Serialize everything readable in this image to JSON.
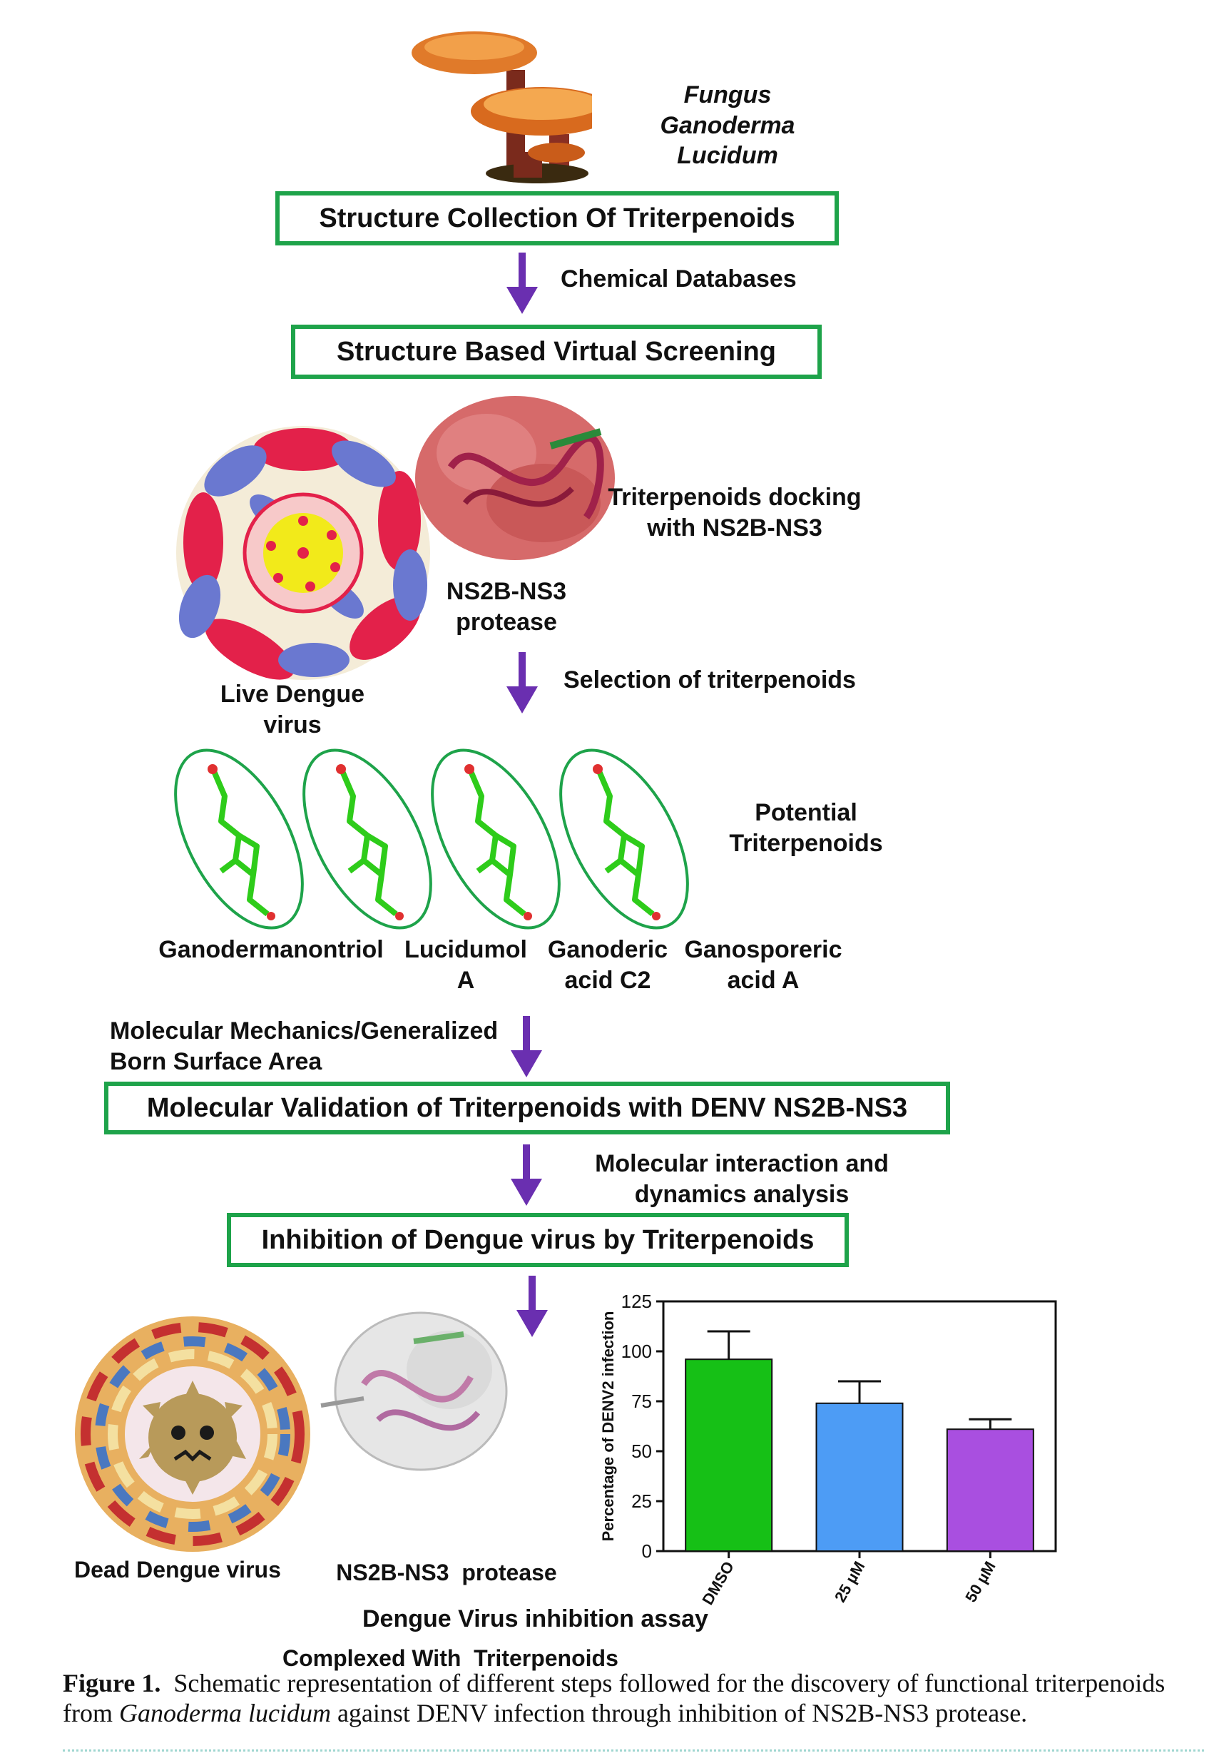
{
  "diagram": {
    "fungus_label": [
      "Fungus",
      "Ganoderma Lucidum"
    ],
    "steps": [
      "Structure Collection Of Triterpenoids",
      "Structure Based Virtual Screening",
      "Molecular Validation of Triterpenoids with DENV NS2B-NS3",
      "Inhibition of Dengue virus by Triterpenoids"
    ],
    "arrow_labels": {
      "chemical_databases": "Chemical Databases",
      "selection": "Selection of triterpenoids",
      "mmgbsa": [
        "Molecular Mechanics/Generalized",
        "Born Surface Area"
      ],
      "interaction": [
        "Molecular interaction and",
        "dynamics analysis"
      ]
    },
    "docking_label": [
      "Triterpenoids docking",
      "with NS2B-NS3"
    ],
    "protease_label": [
      "NS2B-NS3",
      "protease"
    ],
    "live_virus_label": [
      "Live Dengue",
      "virus"
    ],
    "potential_label": [
      "Potential",
      "Triterpenoids"
    ],
    "compounds": [
      [
        "Ganodermanontriol",
        ""
      ],
      [
        "Lucidumol",
        "A"
      ],
      [
        "Ganoderic",
        "acid C2"
      ],
      [
        "Ganosporeric",
        "acid A"
      ]
    ],
    "dead_virus_label": "Dead Dengue virus",
    "complex_label": [
      "NS2B-NS3  protease",
      "Complexed With  Triterpenoids"
    ],
    "assay_label": "Dengue Virus inhibition assay",
    "colors": {
      "box_border": "#1ea34a",
      "arrow": "#6a2fb0"
    }
  },
  "chart_data": {
    "type": "bar",
    "categories": [
      "DMSO",
      "25 µM",
      "50 µM"
    ],
    "values": [
      96,
      74,
      61
    ],
    "errors": [
      14,
      11,
      5
    ],
    "colors": [
      "#16c016",
      "#4d9cf5",
      "#a94fe0"
    ],
    "ylabel": "Percentage of DENV2  infection",
    "ylim": [
      0,
      125
    ],
    "yticks": [
      "0",
      "25",
      "50",
      "75",
      "100",
      "125"
    ],
    "grid": false
  },
  "caption": {
    "label": "Figure 1.",
    "text_1": "Schematic representation of different steps followed for the discovery of functional triterpenoids from ",
    "species": "Ganoderma lucidum",
    "text_2": " against DENV infection through inhibition of NS2B-NS3 protease."
  }
}
